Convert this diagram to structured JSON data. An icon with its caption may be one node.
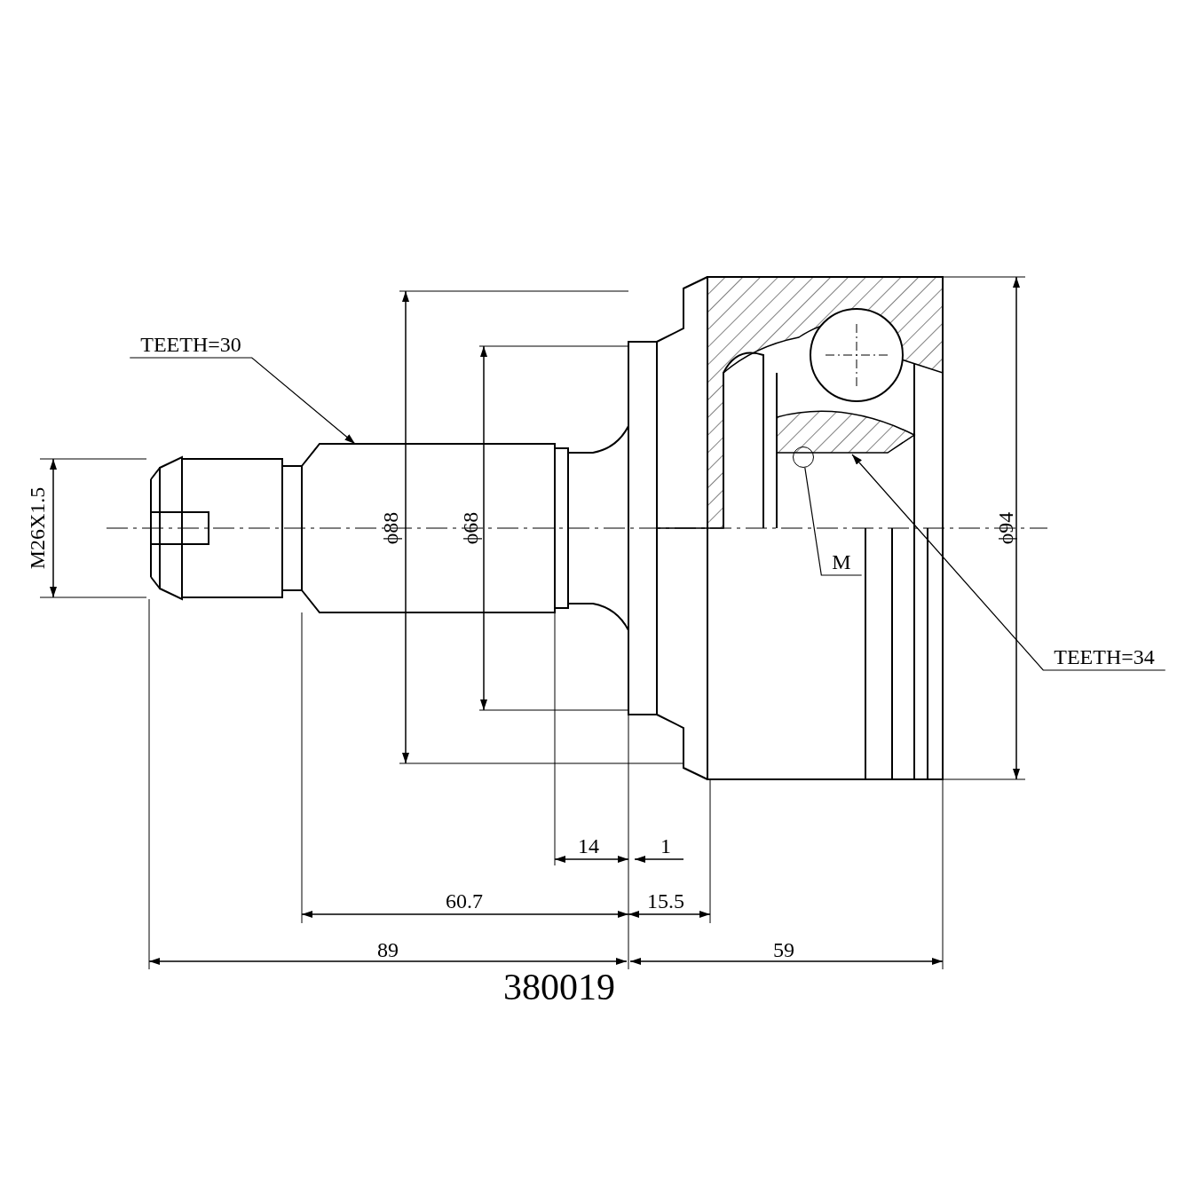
{
  "diagram": {
    "caption": "380019",
    "nodes": [
      {
        "text": [
          "TEETH=30"
        ]
      },
      {
        "text": [
          "M"
        ]
      },
      {
        "text": [],
        "shape": "circle"
      },
      {
        "text": [
          "TEETH=34"
        ]
      }
    ],
    "edges": [
      {
        "from": 0,
        "to": null,
        "arrow": "to"
      },
      {
        "from": 1,
        "to": 2,
        "arrow": "none"
      },
      {
        "from": 3,
        "to": null,
        "arrow": "to"
      }
    ],
    "labels": [
      "M26X1.5",
      "ϕ88",
      "ϕ68",
      "ϕ94",
      "14",
      "1",
      "60.7",
      "15.5",
      "89",
      "59"
    ]
  }
}
